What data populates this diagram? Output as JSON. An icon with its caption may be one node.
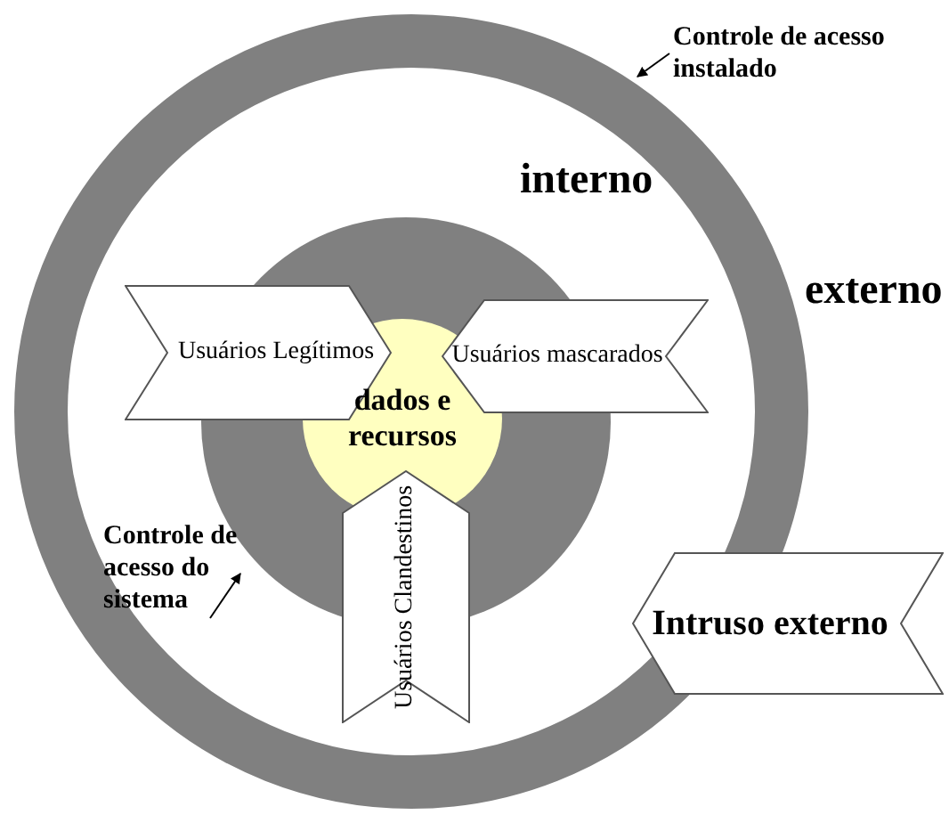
{
  "diagram": {
    "nodes": [
      {
        "text": [
          "Controle de acesso instalado"
        ]
      },
      {
        "text": [],
        "shape": "circle"
      },
      {
        "text": [],
        "shape": "circle",
        "in": 1
      },
      {
        "text": [
          "dados e recursos"
        ],
        "in": 2
      },
      {
        "text": [
          "Usuários Legítimos"
        ],
        "in": 1
      },
      {
        "text": [
          "Usuários mascarados"
        ],
        "in": 1
      },
      {
        "text": [
          "Usuários Clandestinos"
        ],
        "in": 1
      },
      {
        "text": [
          "Intruso externo"
        ]
      },
      {
        "text": [
          "Controle de acesso do sistema"
        ],
        "in": 1
      }
    ],
    "edges": [
      {
        "from": 0,
        "to": 1,
        "arrow": "to"
      },
      {
        "from": 8,
        "to": 2,
        "arrow": "to"
      }
    ],
    "labels": [
      "interno",
      "externo"
    ]
  }
}
